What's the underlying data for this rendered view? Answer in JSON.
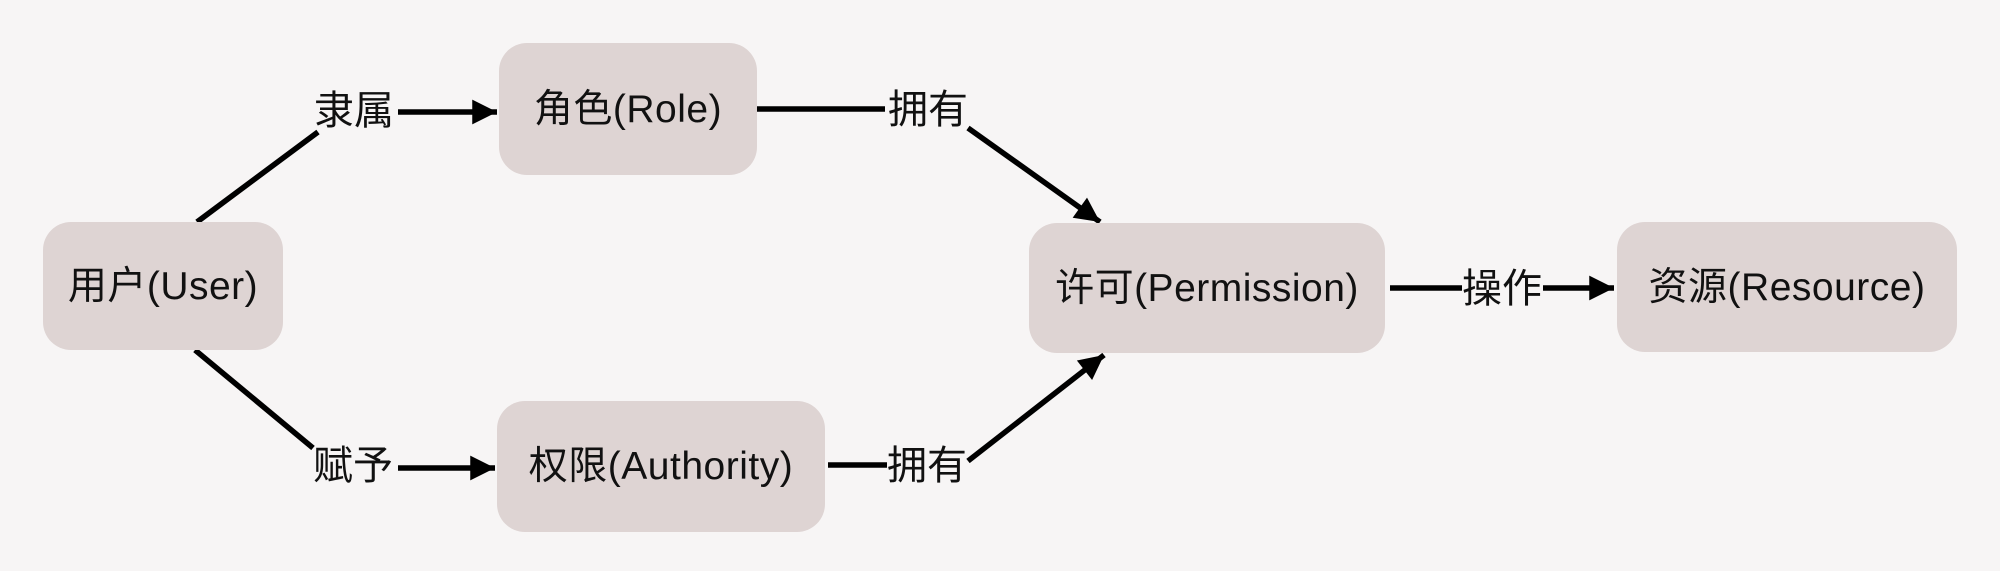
{
  "diagram": {
    "type": "rbac-concept-diagram",
    "colors": {
      "background": "#f7f5f5",
      "node_fill": "#ded4d3",
      "line": "#000000",
      "text": "#111111"
    },
    "nodes": [
      {
        "id": "user",
        "label": "用户(User)"
      },
      {
        "id": "role",
        "label": "角色(Role)"
      },
      {
        "id": "authority",
        "label": "权限(Authority)"
      },
      {
        "id": "permission",
        "label": "许可(Permission)"
      },
      {
        "id": "resource",
        "label": "资源(Resource)"
      }
    ],
    "edges": [
      {
        "from": "user",
        "to": "role",
        "label": "隶属"
      },
      {
        "from": "role",
        "to": "permission",
        "label": "拥有"
      },
      {
        "from": "user",
        "to": "authority",
        "label": "赋予"
      },
      {
        "from": "authority",
        "to": "permission",
        "label": "拥有"
      },
      {
        "from": "permission",
        "to": "resource",
        "label": "操作"
      }
    ]
  }
}
